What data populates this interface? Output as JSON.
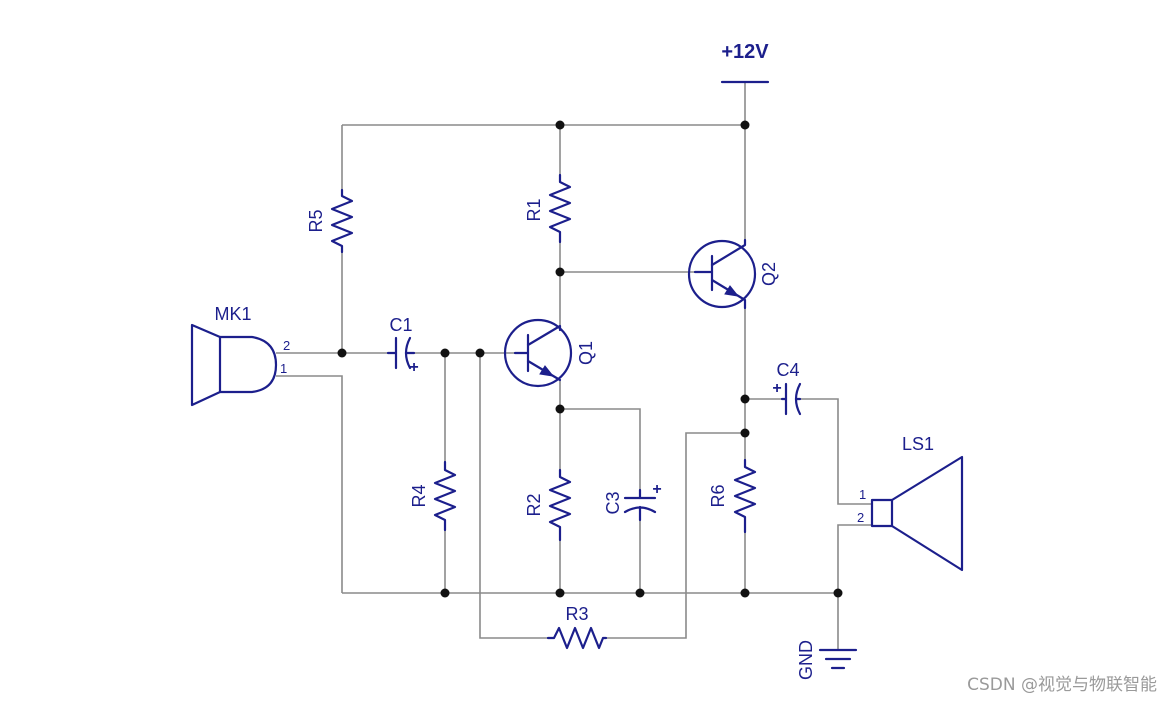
{
  "labels": {
    "supply": "+12V",
    "ground": "GND",
    "mic": "MK1",
    "speaker": "LS1",
    "r1": "R1",
    "r2": "R2",
    "r3": "R3",
    "r4": "R4",
    "r5": "R5",
    "r6": "R6",
    "c1": "C1",
    "c3": "C3",
    "c4": "C4",
    "q1": "Q1",
    "q2": "Q2",
    "mic_pin_top": "2",
    "mic_pin_bottom": "1",
    "spk_pin_top": "1",
    "spk_pin_bottom": "2",
    "plus": "+"
  },
  "watermark": "CSDN @视觉与物联智能",
  "colors": {
    "component": "#1c1f8c",
    "wire": "#8a8a8a",
    "junction": "#111111",
    "watermark": "#9a9a9a"
  }
}
